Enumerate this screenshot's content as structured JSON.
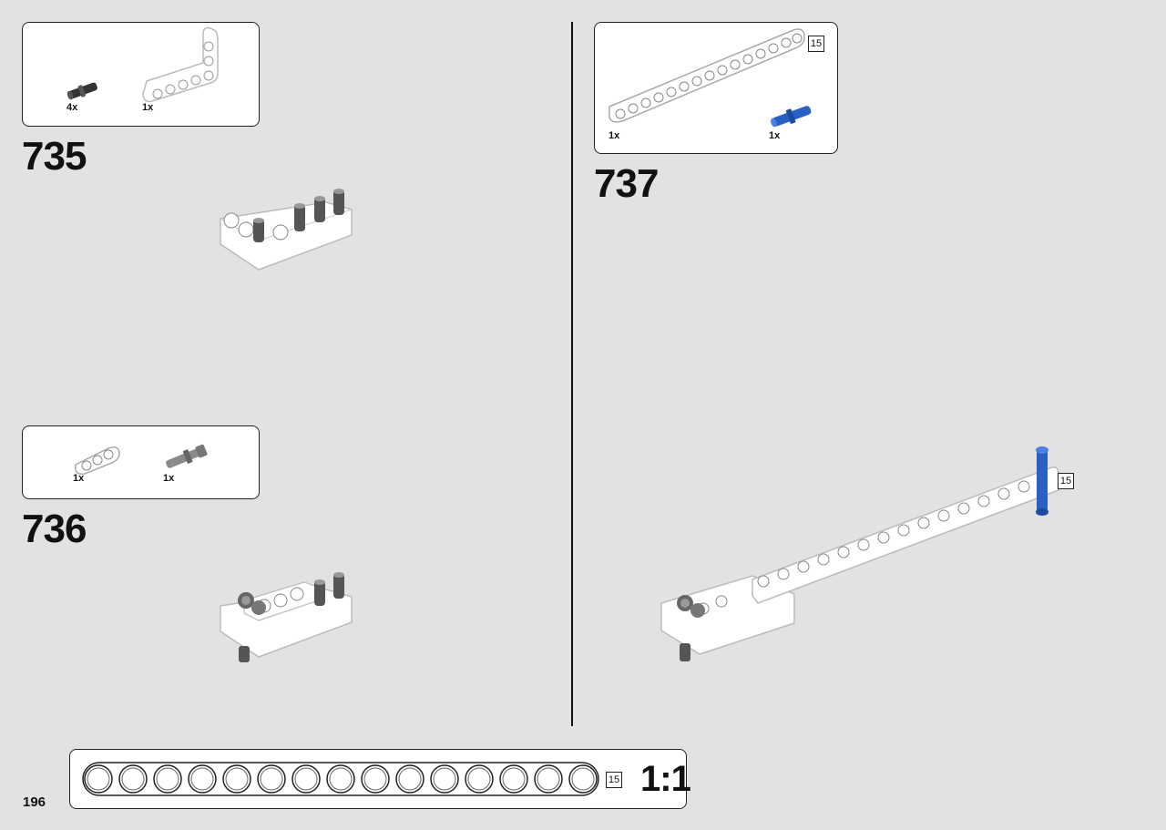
{
  "page": {
    "number": "196",
    "scale_label": "1:1"
  },
  "steps": [
    {
      "number": "735",
      "parts": [
        {
          "icon": "black-axle-pin-icon",
          "qty": "4x"
        },
        {
          "icon": "white-l-beam-icon",
          "qty": "1x"
        }
      ]
    },
    {
      "number": "736",
      "parts": [
        {
          "icon": "white-3-beam-icon",
          "qty": "1x"
        },
        {
          "icon": "grey-axle-pin-icon",
          "qty": "1x"
        }
      ]
    },
    {
      "number": "737",
      "parts": [
        {
          "icon": "white-15-beam-icon",
          "qty": "1x",
          "length_label": "15"
        },
        {
          "icon": "blue-pin-icon",
          "qty": "1x"
        }
      ],
      "callout_length": "15"
    }
  ],
  "ruler": {
    "length_label": "15",
    "holes": 15
  },
  "colors": {
    "background": "#e2e2e2",
    "beam": "#ffffff",
    "pin_blue": "#2a5fc4",
    "pin_black": "#333333",
    "pin_grey": "#8a8a8a"
  }
}
